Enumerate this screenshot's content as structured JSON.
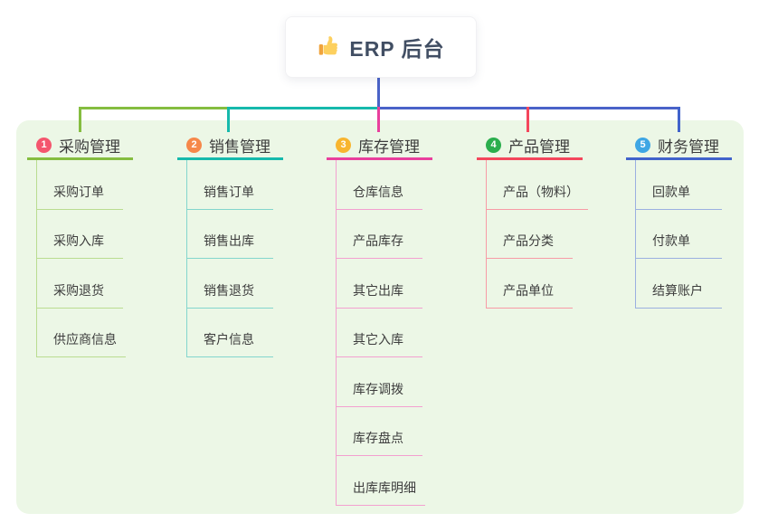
{
  "root": {
    "title": "ERP 后台",
    "icon": "thumbs-up-icon"
  },
  "branches": [
    {
      "index": "1",
      "label": "采购管理",
      "badge_color": "#f4566e",
      "line_color": "#85bd40",
      "child_line_color": "#b9dc90",
      "children": [
        "采购订单",
        "采购入库",
        "采购退货",
        "供应商信息"
      ]
    },
    {
      "index": "2",
      "label": "销售管理",
      "badge_color": "#f6884a",
      "line_color": "#16b9ac",
      "child_line_color": "#83d6cd",
      "children": [
        "销售订单",
        "销售出库",
        "销售退货",
        "客户信息"
      ]
    },
    {
      "index": "3",
      "label": "库存管理",
      "badge_color": "#f8b52f",
      "line_color": "#e93f9d",
      "child_line_color": "#f3a0d0",
      "children": [
        "仓库信息",
        "产品库存",
        "其它出库",
        "其它入库",
        "库存调拨",
        "库存盘点",
        "出库库明细"
      ]
    },
    {
      "index": "4",
      "label": "产品管理",
      "badge_color": "#2bae4d",
      "line_color": "#f4465c",
      "child_line_color": "#f79ba6",
      "children": [
        "产品（物料）",
        "产品分类",
        "产品单位"
      ]
    },
    {
      "index": "5",
      "label": "财务管理",
      "badge_color": "#3ea6e4",
      "line_color": "#4163cb",
      "child_line_color": "#9bb0e0",
      "children": [
        "回款单",
        "付款单",
        "结算账户"
      ]
    }
  ],
  "colors": {
    "root_line": "#4a63c8",
    "panel_bg": "#ecf7e6",
    "thumb_hand": "#fdd05e",
    "thumb_cuff": "#f0a33c"
  }
}
